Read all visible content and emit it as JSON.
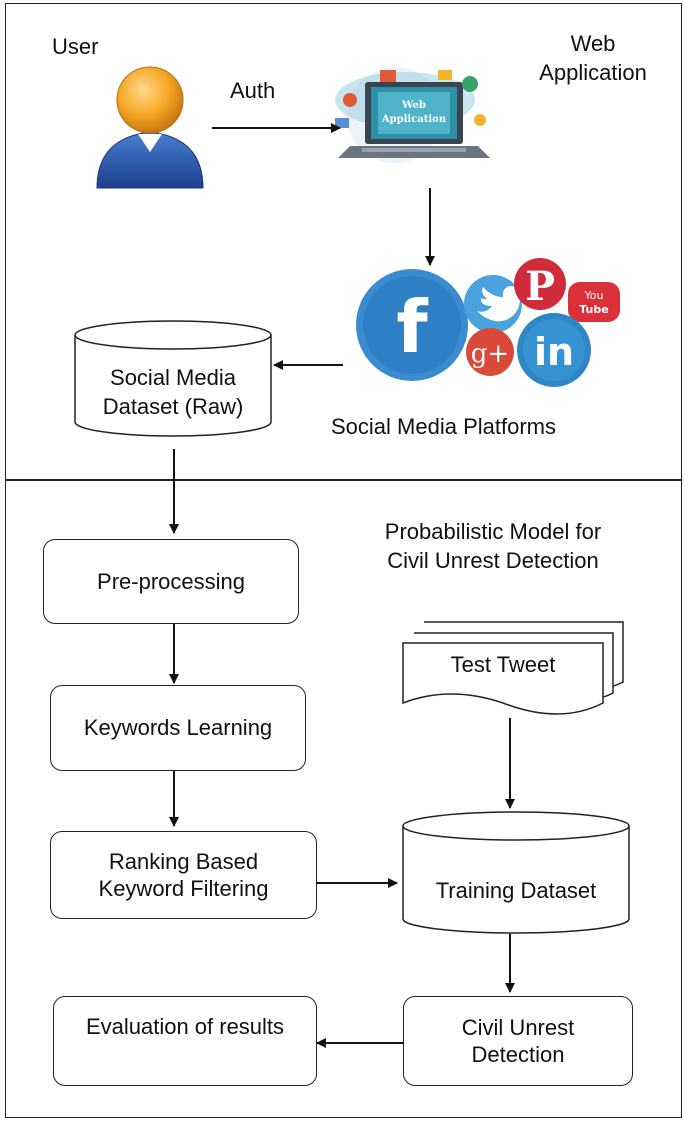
{
  "top_section": {
    "user_label": "User",
    "auth_label": "Auth",
    "web_app_label": "Web\nApplication",
    "laptop_screen_text": "Web\nApplication",
    "social_platforms_label": "Social Media Platforms",
    "raw_dataset_label": "Social Media\nDataset (Raw)",
    "social_icons": [
      {
        "name": "facebook-icon",
        "glyph": "f",
        "color": "#2f7fc4"
      },
      {
        "name": "twitter-icon",
        "glyph": "",
        "color": "#4aa3df"
      },
      {
        "name": "pinterest-icon",
        "glyph": "P",
        "color": "#cf2b3a"
      },
      {
        "name": "youtube-icon",
        "glyph": "You Tube",
        "color": "#d9303a"
      },
      {
        "name": "google-plus-icon",
        "glyph": "g+",
        "color": "#d94a3a"
      },
      {
        "name": "linkedin-icon",
        "glyph": "in",
        "color": "#2e86c6"
      }
    ]
  },
  "bottom_section": {
    "model_title": "Probabilistic Model for\nCivil Unrest Detection",
    "preprocessing": "Pre-processing",
    "keywords_learning": "Keywords Learning",
    "ranking_filtering": "Ranking Based\nKeyword Filtering",
    "evaluation": "Evaluation of results",
    "test_tweet": "Test Tweet",
    "training_dataset": "Training Dataset",
    "civil_unrest_detection": "Civil Unrest\nDetection"
  }
}
